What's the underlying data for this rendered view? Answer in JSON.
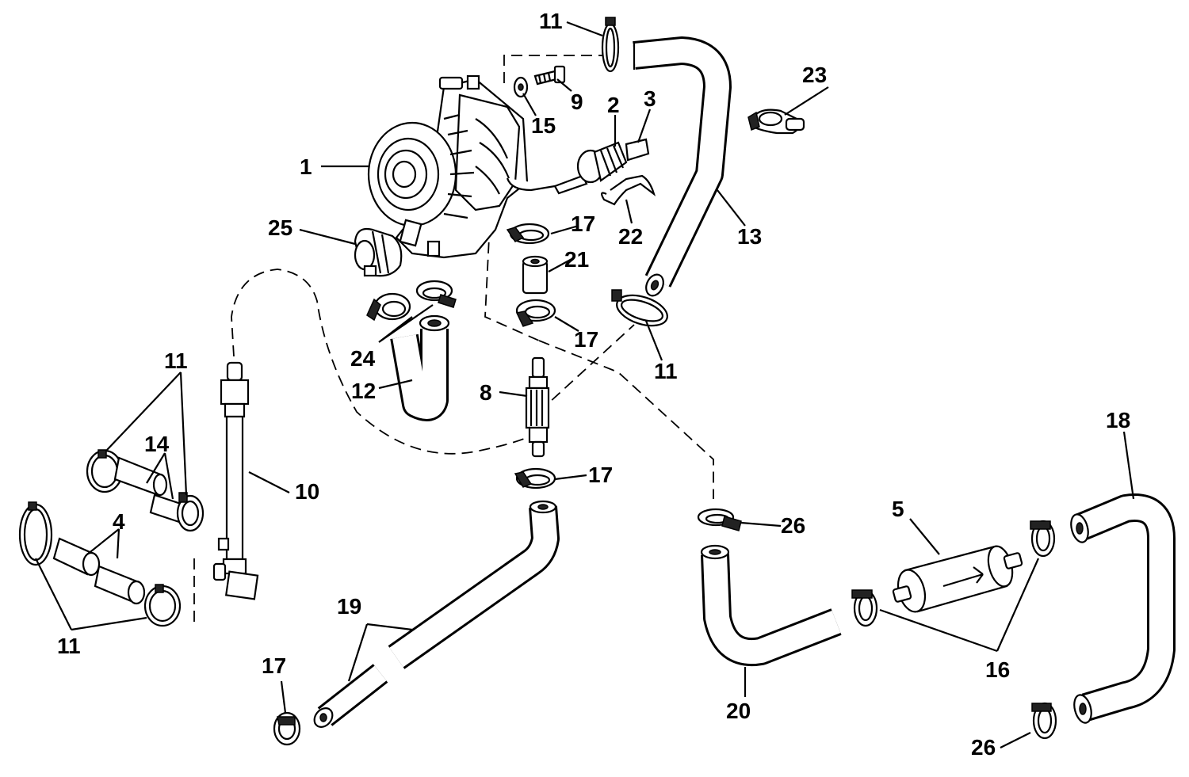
{
  "callouts": [
    {
      "id": "c1",
      "text": "1"
    },
    {
      "id": "c2",
      "text": "2"
    },
    {
      "id": "c3",
      "text": "3"
    },
    {
      "id": "c4",
      "text": "4"
    },
    {
      "id": "c5",
      "text": "5"
    },
    {
      "id": "c8",
      "text": "8"
    },
    {
      "id": "c9",
      "text": "9"
    },
    {
      "id": "c10",
      "text": "10"
    },
    {
      "id": "c11a",
      "text": "11"
    },
    {
      "id": "c11b",
      "text": "11"
    },
    {
      "id": "c11c",
      "text": "11"
    },
    {
      "id": "c11d",
      "text": "11"
    },
    {
      "id": "c12",
      "text": "12"
    },
    {
      "id": "c13",
      "text": "13"
    },
    {
      "id": "c14",
      "text": "14"
    },
    {
      "id": "c15",
      "text": "15"
    },
    {
      "id": "c16",
      "text": "16"
    },
    {
      "id": "c17a",
      "text": "17"
    },
    {
      "id": "c17b",
      "text": "17"
    },
    {
      "id": "c17c",
      "text": "17"
    },
    {
      "id": "c17d",
      "text": "17"
    },
    {
      "id": "c18",
      "text": "18"
    },
    {
      "id": "c19",
      "text": "19"
    },
    {
      "id": "c20",
      "text": "20"
    },
    {
      "id": "c21",
      "text": "21"
    },
    {
      "id": "c22",
      "text": "22"
    },
    {
      "id": "c23",
      "text": "23"
    },
    {
      "id": "c24",
      "text": "24"
    },
    {
      "id": "c25",
      "text": "25"
    },
    {
      "id": "c26a",
      "text": "26"
    },
    {
      "id": "c26b",
      "text": "26"
    }
  ]
}
